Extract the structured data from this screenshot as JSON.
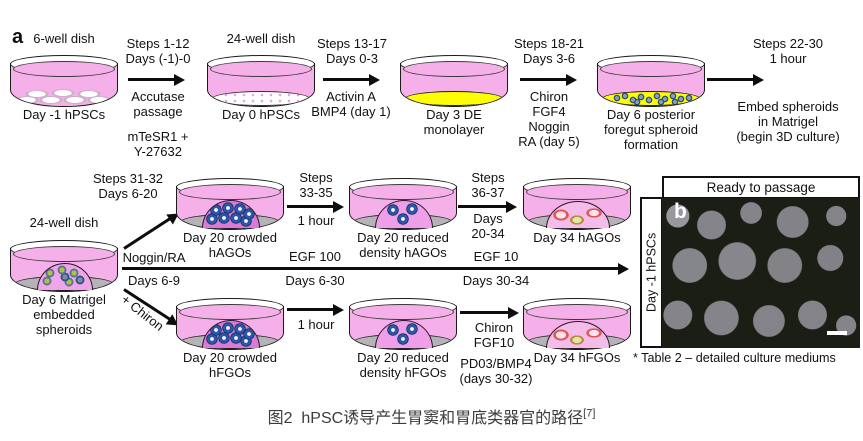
{
  "colors": {
    "liquid_pink": "#f5b0ea",
    "dome_violet": "#da7ad6",
    "monolayer_yellow": "#fdfd05",
    "base_grey": "#b5b2b8",
    "organoid_blue": "#2d55a8",
    "organoid_outline_red": "#e2564e",
    "arrow_black": "#0d0d0d"
  },
  "panel_a": {
    "label": "a",
    "row1": {
      "dish1_title": "6-well dish",
      "dish1_label": "Day -1 hPSCs",
      "arrow1_above": "Steps 1-12\nDays (-1)-0",
      "arrow1_below": "Accutase\npassage",
      "arrow1_below2": "mTeSR1 +\nY-27632",
      "dish2_title": "24-well dish",
      "dish2_label": "Day 0 hPSCs",
      "arrow2_above": "Steps 13-17\nDays 0-3",
      "arrow2_below": "Activin A\nBMP4 (day 1)",
      "dish3_label": "Day 3 DE\nmonolayer",
      "arrow3_above": "Steps 18-21\nDays 3-6",
      "arrow3_below": "Chiron\nFGF4\nNoggin\nRA (day 5)",
      "dish4_label": "Day 6 posterior\nforegut spheroid\nformation",
      "arrow4_above": "Steps 22-30\n1 hour",
      "arrow4_below": "Embed spheroids\nin Matrigel\n(begin 3D culture)"
    },
    "row2": {
      "dish5_title": "24-well dish",
      "dish5_label": "Day 6 Matrigel\nembedded\nspheroids",
      "branch_up_label": "Steps 31-32\nDays 6-20",
      "mid_above1": "Noggin/RA",
      "mid_below1": "Days 6-9",
      "branch_down_label": "+ Chiron",
      "hago_dish1_label": "Day 20 crowded\nhAGOs",
      "hago_arrow1_above": "Steps\n33-35",
      "hago_arrow1_below": "1 hour",
      "hago_dish2_label": "Day 20 reduced\ndensity hAGOs",
      "hago_arrow2_above": "Steps\n36-37",
      "hago_arrow2_below": "Days\n20-34",
      "hago_dish3_label": "Day 34 hAGOs",
      "mid_above2": "EGF 100",
      "mid_below2": "Days 6-30",
      "mid_above3": "EGF 10",
      "mid_below3": "Days 30-34",
      "hfgo_dish1_label": "Day 20 crowded\nhFGOs",
      "hfgo_arrow1_below": "1 hour",
      "hfgo_dish2_label": "Day 20 reduced\ndensity hFGOs",
      "hfgo_arrow2_right": "Chiron\nFGF10",
      "hfgo_arrow2_below": "PD03/BMP4\n(days 30-32)",
      "hfgo_dish3_label": "Day 34 hFGOs"
    }
  },
  "panel_b": {
    "label": "b",
    "header": "Ready to passage",
    "side_label": "Day -1 hPSCs",
    "footnote": "* Table 2 – detailed culture mediums"
  },
  "caption": {
    "text": "图2  hPSC诱导产生胃窦和胃底类器官的路径",
    "sup": "[7]"
  }
}
